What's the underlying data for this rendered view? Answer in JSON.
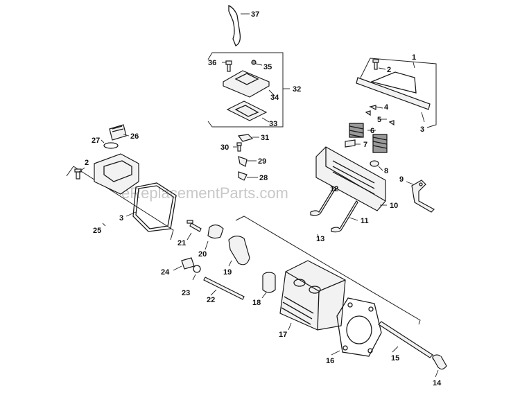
{
  "watermark": "eReplacementParts.com",
  "callouts": {
    "p1": "1",
    "p2a": "2",
    "p2b": "2",
    "p3a": "3",
    "p3b": "3",
    "p4": "4",
    "p5": "5",
    "p6": "6",
    "p7": "7",
    "p8": "8",
    "p9": "9",
    "p10": "10",
    "p11": "11",
    "p12": "12",
    "p13": "13",
    "p14": "14",
    "p15": "15",
    "p16": "16",
    "p17": "17",
    "p18": "18",
    "p19": "19",
    "p20": "20",
    "p21": "21",
    "p22": "22",
    "p23": "23",
    "p24": "24",
    "p25": "25",
    "p26": "26",
    "p27": "27",
    "p28": "28",
    "p29": "29",
    "p30": "30",
    "p31": "31",
    "p32": "32",
    "p33": "33",
    "p34": "34",
    "p35": "35",
    "p36": "36",
    "p37": "37"
  }
}
